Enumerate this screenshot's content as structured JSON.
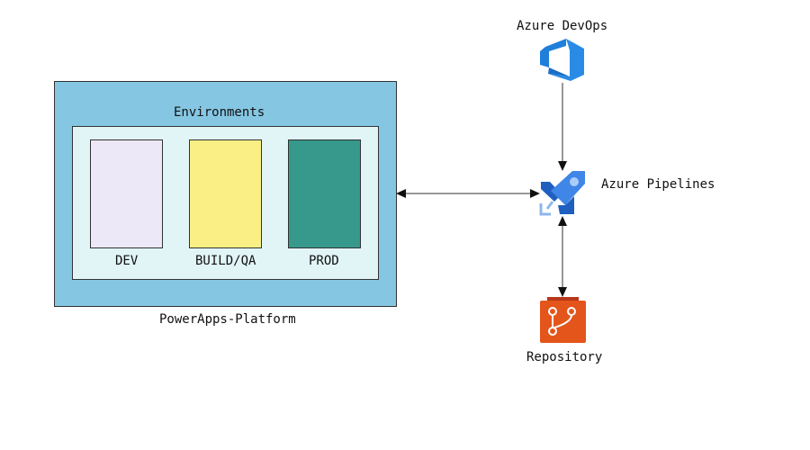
{
  "platform": {
    "label": "PowerApps-Platform",
    "environments_label": "Environments",
    "environments": [
      {
        "label": "DEV",
        "color": "#ede8f7"
      },
      {
        "label": "BUILD/QA",
        "color": "#f9ef85"
      },
      {
        "label": "PROD",
        "color": "#36998c"
      }
    ]
  },
  "devops": {
    "label": "Azure DevOps",
    "icon": "azure-devops-icon",
    "color": "#1f7fdb"
  },
  "pipelines": {
    "label": "Azure Pipelines",
    "icon": "azure-pipelines-icon",
    "color": "#2d6fd6"
  },
  "repository": {
    "label": "Repository",
    "icon": "git-repository-icon",
    "color": "#e4551b"
  },
  "colors": {
    "platform_fill": "#85c6e3",
    "environments_fill": "#e1f5f7",
    "connector": "#333333"
  }
}
